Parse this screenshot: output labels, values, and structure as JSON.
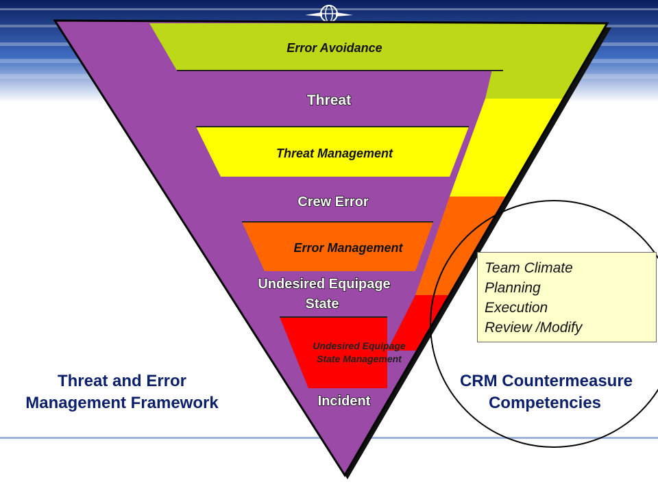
{
  "framework_title": {
    "line1": "Threat and Error",
    "line2": "Management Framework"
  },
  "layers": {
    "error_avoidance": "Error Avoidance",
    "threat": "Threat",
    "threat_management": "Threat Management",
    "crew_error": "Crew Error",
    "error_management": "Error Management",
    "undesired_state_line1": "Undesired Equipage",
    "undesired_state_line2": "State",
    "undesired_state_mgmt_line1": "Undesired Equipage",
    "undesired_state_mgmt_line2": "State Management",
    "incident": "Incident"
  },
  "crm": {
    "title_line1": "CRM Countermeasure",
    "title_line2": "Competencies",
    "items": [
      "Team Climate",
      "Planning",
      "Execution",
      "Review /Modify"
    ]
  },
  "colors": {
    "purple": "#9b4aa8",
    "green": "#bcd816",
    "yellow": "#ffff00",
    "orange": "#ff6600",
    "red": "#ff0000",
    "title_blue": "#0b1f6b",
    "box_fill": "#ffffcc"
  },
  "icons": {
    "logo": "globe-logo-icon"
  }
}
